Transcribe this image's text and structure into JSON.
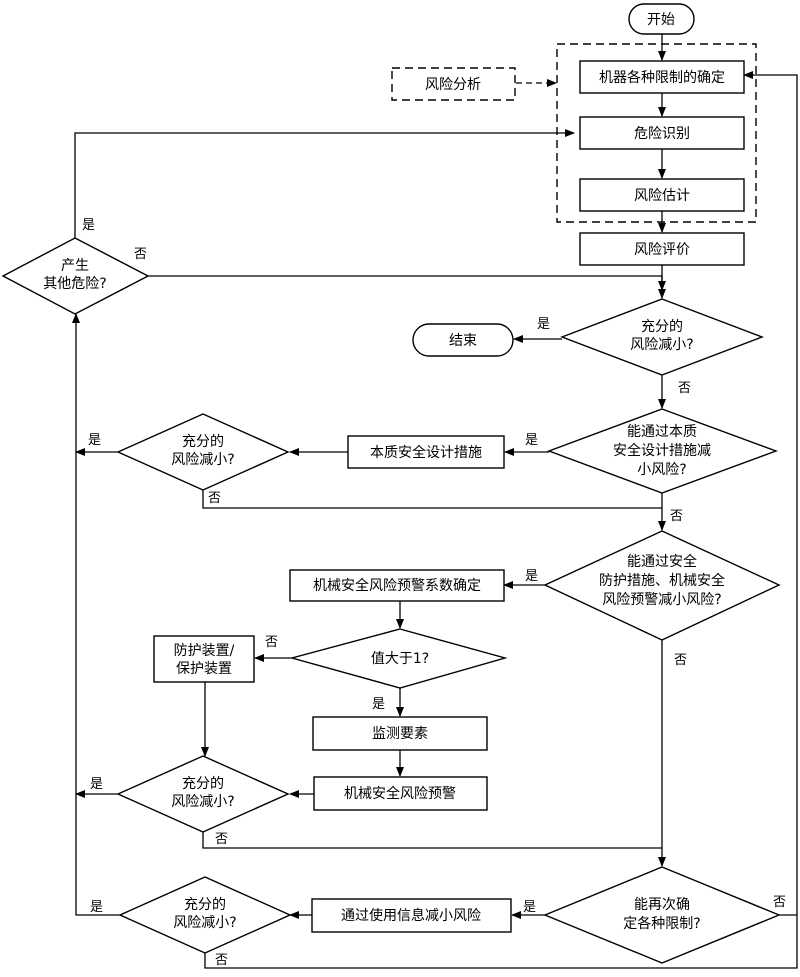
{
  "nodes": {
    "start": "开始",
    "limits": "机器各种限制的确定",
    "risk_analysis": "风险分析",
    "hazard_id": "危险识别",
    "risk_est": "风险估计",
    "risk_eval": "风险评价",
    "other_hazard": [
      "产生",
      "其他危险?"
    ],
    "end": "结束",
    "adequate": [
      "充分的",
      "风险减小?"
    ],
    "inherent_q": [
      "能通过本质",
      "安全设计措施减",
      "小风险?"
    ],
    "inherent_measure": "本质安全设计措施",
    "guard_q": [
      "能通过安全",
      "防护措施、机械安全",
      "风险预警减小风险?"
    ],
    "warn_coef": "机械安全风险预警系数确定",
    "value_q": "值大于1?",
    "guard_device": [
      "防护装置/",
      "保护装置"
    ],
    "monitor": "监测要素",
    "warning": "机械安全风险预警",
    "redefine_q": [
      "能再次确",
      "定各种限制?"
    ],
    "info_use": "通过使用信息减小风险"
  },
  "labels": {
    "yes": "是",
    "no": "否"
  }
}
